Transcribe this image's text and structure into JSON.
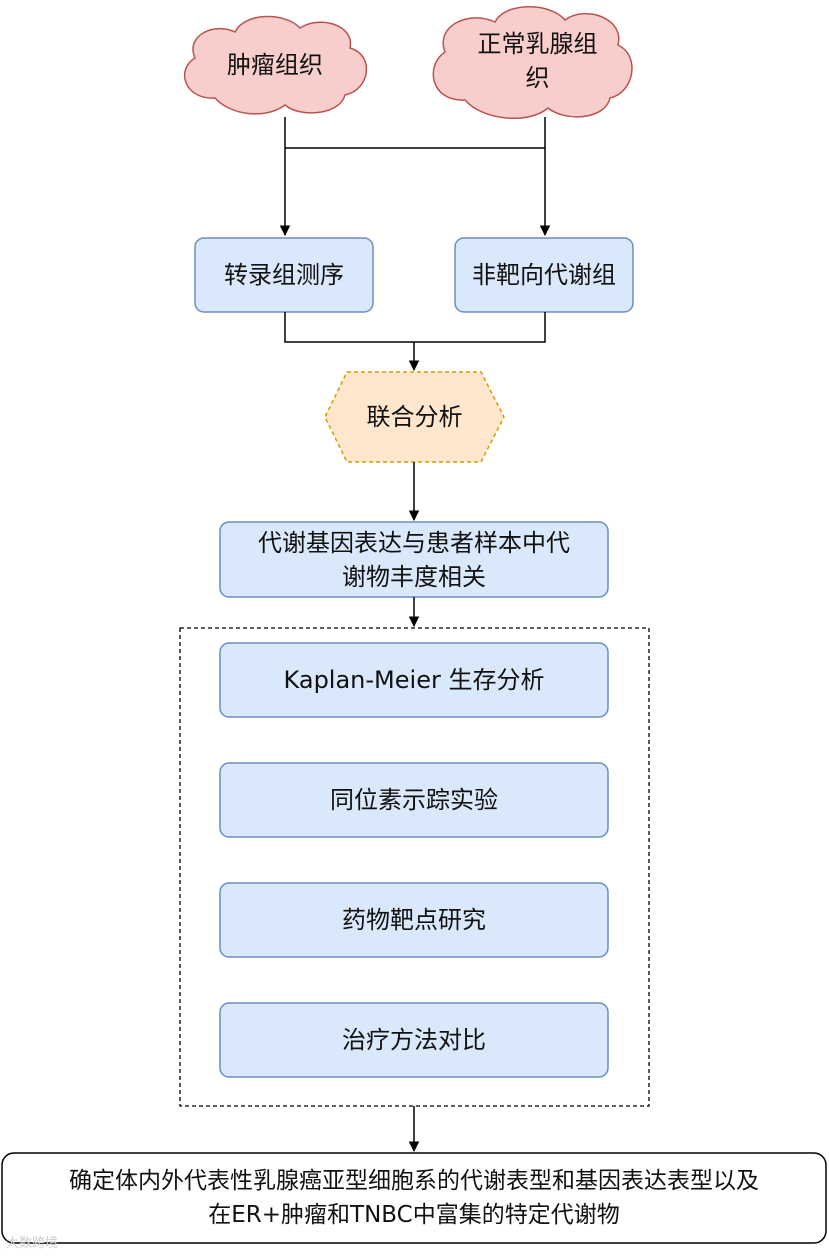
{
  "nodes": {
    "tumor": "肿瘤组织",
    "normal": "正常乳腺组\n织",
    "transcriptome": "转录组测序",
    "metabolome": "非靶向代谢组",
    "joint": "联合分析",
    "correlation": "代谢基因表达与患者样本中代\n谢物丰度相关",
    "km": "Kaplan-Meier 生存分析",
    "isotope": "同位素示踪实验",
    "target": "药物靶点研究",
    "therapy": "治疗方法对比",
    "conclusion": "确定体内外代表性乳腺癌亚型细胞系的代谢表型和基因表达表型以及\n在ER+肿瘤和TNBC中富集的特定代谢物"
  },
  "watermark": "大数跨境",
  "colors": {
    "cloud_fill": "#f8cecc",
    "cloud_stroke": "#b85450",
    "box_fill": "#dae8fc",
    "box_stroke": "#6c8ebf",
    "hex_fill": "#ffe6cc",
    "hex_stroke": "#d79b00"
  }
}
